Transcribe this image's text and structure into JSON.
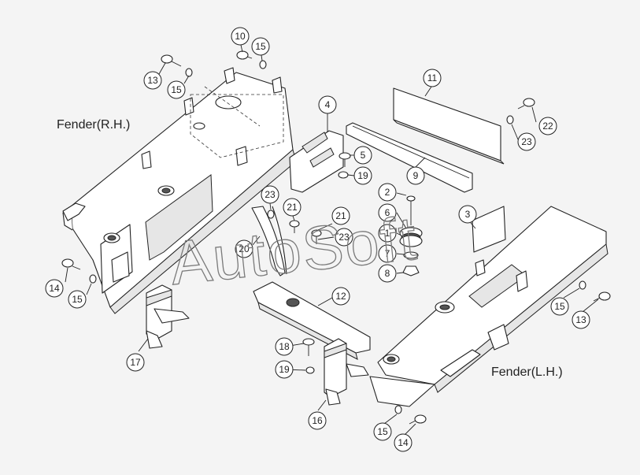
{
  "labels": {
    "fender_rh": "Fender(R.H.)",
    "fender_lh": "Fender(L.H.)"
  },
  "watermark": "AutoSoft",
  "callouts": [
    "10",
    "15",
    "13",
    "15",
    "4",
    "5",
    "19",
    "2",
    "6",
    "1",
    "7",
    "8",
    "3",
    "11",
    "22",
    "23",
    "9",
    "23",
    "21",
    "21",
    "23",
    "20",
    "12",
    "14",
    "15",
    "17",
    "18",
    "19",
    "16",
    "15",
    "14",
    "15",
    "13"
  ],
  "colors": {
    "line": "#222222",
    "background": "#f4f4f4",
    "watermark": "#7a7a7a"
  }
}
